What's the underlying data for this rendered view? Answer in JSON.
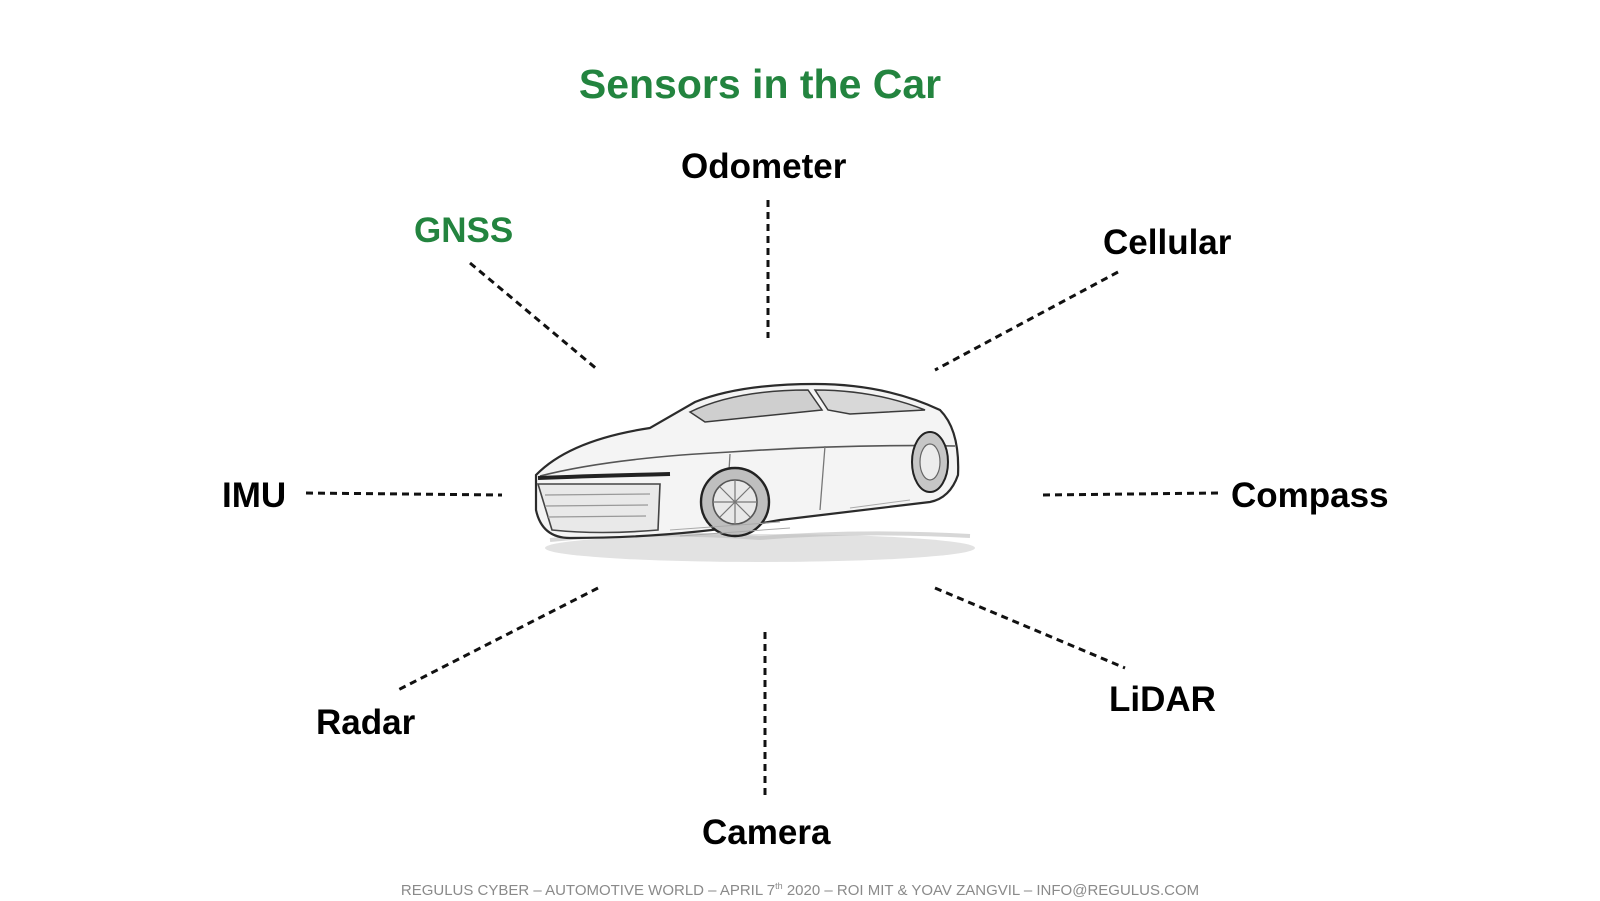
{
  "title": "Sensors in the Car",
  "sensors": {
    "odometer": "Odometer",
    "gnss": "GNSS",
    "cellular": "Cellular",
    "imu": "IMU",
    "compass": "Compass",
    "radar": "Radar",
    "lidar": "LiDAR",
    "camera": "Camera"
  },
  "highlighted_sensor": "GNSS",
  "colors": {
    "accent_green": "#23843f",
    "text": "#000000",
    "footer": "#8a8a8a"
  },
  "footer": {
    "before_sup": "REGULUS CYBER – AUTOMOTIVE WORLD – APRIL 7",
    "sup": "th",
    "after_sup": " 2020 – ROI MIT & YOAV ZANGVIL – INFO@REGULUS.COM"
  }
}
